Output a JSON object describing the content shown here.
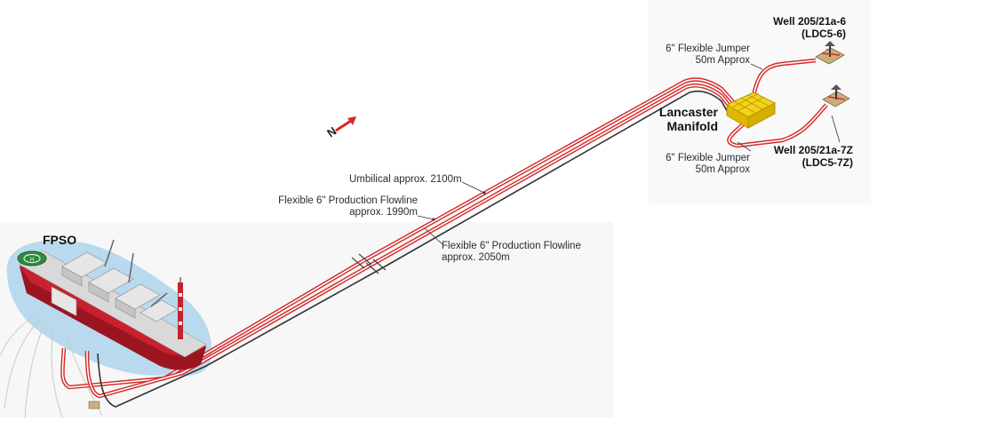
{
  "labels": {
    "fpso": "FPSO",
    "manifold_line1": "Lancaster",
    "manifold_line2": "Manifold",
    "well_a_line1": "Well 205/21a-6",
    "well_a_line2": "(LDC5-6)",
    "well_b_line1": "Well 205/21a-7Z",
    "well_b_line2": "(LDC5-7Z)",
    "jumper_top_line1": "6\" Flexible Jumper",
    "jumper_top_line2": "50m Approx",
    "jumper_bottom_line1": "6\" Flexible Jumper",
    "jumper_bottom_line2": "50m Approx",
    "umbilical": "Umbilical approx. 2100m",
    "flowline_a_line1": "Flexible 6\" Production Flowline",
    "flowline_a_line2": "approx. 1990m",
    "flowline_b_line1": "Flexible 6\" Production Flowline",
    "flowline_b_line2": "approx. 2050m",
    "north": "N"
  },
  "colors": {
    "sea": "#b9d9ef",
    "hull_red": "#c8202c",
    "hull_dark": "#3a3a3a",
    "deck": "#d9d9d9",
    "flowline": "#d42a2a",
    "umbilical": "#333333",
    "manifold": "#f4d21b",
    "helideck": "#2e8b3c"
  }
}
